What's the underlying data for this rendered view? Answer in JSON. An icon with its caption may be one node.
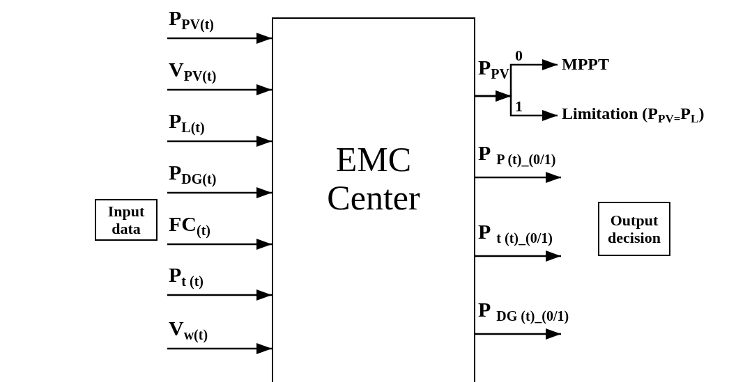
{
  "diagram": {
    "nodes": [
      {
        "text": [
          "Input data"
        ]
      },
      {
        "text": [
          "EMC Center"
        ]
      },
      {
        "text": [
          "Output decision"
        ]
      },
      {
        "text": [
          "MPPT"
        ]
      },
      {
        "text": [
          "Limitation (P$_{PV=}$P$_{L}$)"
        ]
      }
    ],
    "edges": [
      {
        "from": null,
        "to": 1,
        "arrow": "to",
        "label": "P$_{PV(t)}$"
      },
      {
        "from": null,
        "to": 1,
        "arrow": "to",
        "label": "V$_{PV(t)}$"
      },
      {
        "from": null,
        "to": 1,
        "arrow": "to",
        "label": "P$_{L(t)}$"
      },
      {
        "from": null,
        "to": 1,
        "arrow": "to",
        "label": "P$_{DG(t)}$"
      },
      {
        "from": null,
        "to": 1,
        "arrow": "to",
        "label": "FC$_{(t)}$"
      },
      {
        "from": null,
        "to": 1,
        "arrow": "to",
        "label": "P$_{t (t)}$"
      },
      {
        "from": null,
        "to": 1,
        "arrow": "to",
        "label": "V$_{w(t)}$"
      },
      {
        "from": 1,
        "to": 3,
        "arrow": "to",
        "label": "0"
      },
      {
        "from": 1,
        "to": 4,
        "arrow": "to",
        "label": "1"
      },
      {
        "from": 1,
        "to": null,
        "arrow": "to",
        "label": "P$_{P (t)_(0/1)}$"
      },
      {
        "from": 1,
        "to": null,
        "arrow": "to",
        "label": "P$_{t (t)_(0/1)}$"
      },
      {
        "from": 1,
        "to": null,
        "arrow": "to",
        "label": "P$_{DG (t)_(0/1)}$"
      }
    ],
    "labels": [
      "P$_{PV}$"
    ]
  }
}
